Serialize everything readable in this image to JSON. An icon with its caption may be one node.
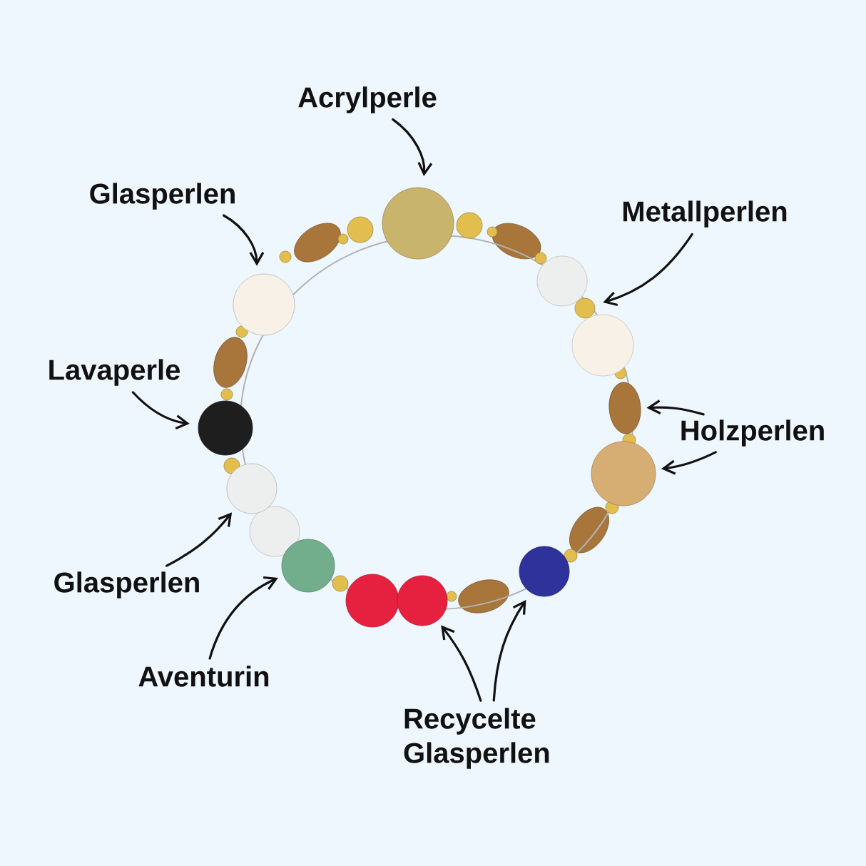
{
  "diagram": {
    "nodes": [
      {
        "text": [
          "Acrylperle"
        ]
      },
      {
        "text": [
          "Glasperlen"
        ]
      },
      {
        "text": [
          "Metallperlen"
        ]
      },
      {
        "text": [
          "Lavaperle"
        ]
      },
      {
        "text": [
          "Holzperlen"
        ]
      },
      {
        "text": [
          "Glasperlen"
        ]
      },
      {
        "text": [
          "Aventurin"
        ]
      },
      {
        "text": [
          "Recycelte Glasperlen"
        ]
      },
      {
        "text": [],
        "shape": "circle"
      },
      {
        "text": [],
        "shape": "circle"
      },
      {
        "text": [],
        "shape": "circle"
      },
      {
        "text": [],
        "shape": "circle"
      },
      {
        "text": [],
        "shape": "circle"
      },
      {
        "text": [],
        "shape": "circle"
      },
      {
        "text": [],
        "shape": "circle"
      },
      {
        "text": [],
        "shape": "circle"
      },
      {
        "text": [],
        "shape": "circle"
      },
      {
        "text": [],
        "shape": "circle"
      }
    ],
    "edges": [
      {
        "from": 0,
        "to": 8,
        "arrow": "to"
      },
      {
        "from": 1,
        "to": 9,
        "arrow": "to"
      },
      {
        "from": 2,
        "to": 10,
        "arrow": "to"
      },
      {
        "from": 3,
        "to": 11,
        "arrow": "to"
      },
      {
        "from": 4,
        "to": 12,
        "arrow": "to"
      },
      {
        "from": 4,
        "to": 13,
        "arrow": "to"
      },
      {
        "from": 5,
        "to": 14,
        "arrow": "to"
      },
      {
        "from": 6,
        "to": 15,
        "arrow": "to"
      },
      {
        "from": 7,
        "to": 16,
        "arrow": "to"
      },
      {
        "from": 7,
        "to": 17,
        "arrow": "to"
      }
    ]
  }
}
